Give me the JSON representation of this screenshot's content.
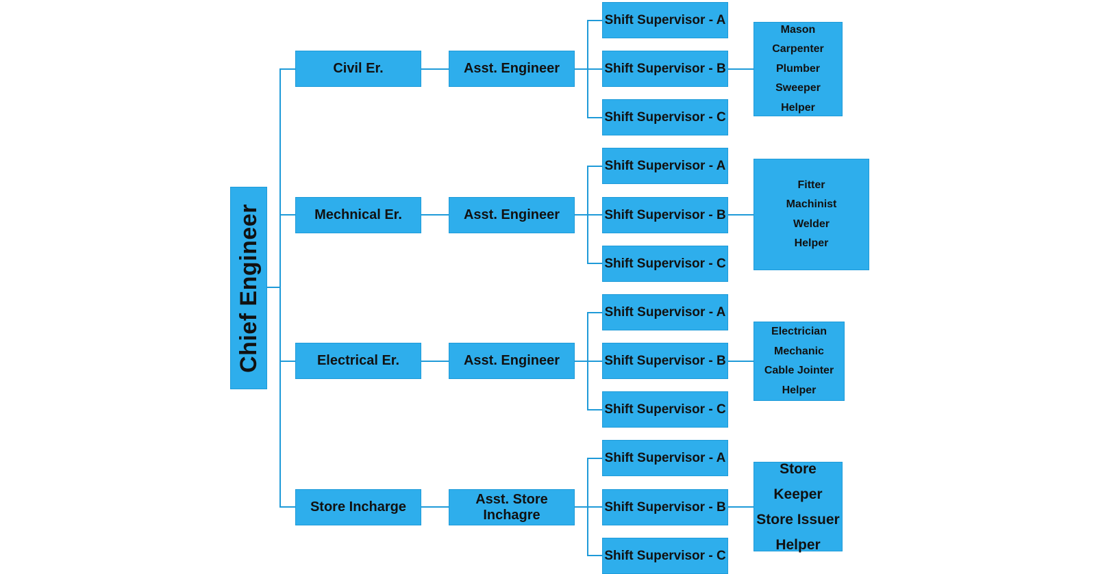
{
  "colors": {
    "box_fill": "#2eaeec",
    "connector": "#1e9ad8",
    "text": "#111111"
  },
  "root": {
    "label": "Chief Engineer"
  },
  "departments": [
    {
      "label": "Civil Er.",
      "assistant": "Asst. Engineer",
      "supervisors": [
        "Shift Supervisor - A",
        "Shift Supervisor - B",
        "Shift Supervisor - C"
      ],
      "workers": [
        "Mason",
        "Carpenter",
        "Plumber",
        "Sweeper",
        "Helper"
      ]
    },
    {
      "label": "Mechnical Er.",
      "assistant": "Asst. Engineer",
      "supervisors": [
        "Shift Supervisor - A",
        "Shift Supervisor - B",
        "Shift Supervisor - C"
      ],
      "workers": [
        "Fitter",
        "Machinist",
        "Welder",
        "Helper"
      ]
    },
    {
      "label": "Electrical Er.",
      "assistant": "Asst. Engineer",
      "supervisors": [
        "Shift Supervisor - A",
        "Shift Supervisor - B",
        "Shift Supervisor - C"
      ],
      "workers": [
        "Electrician",
        "Mechanic",
        "Cable Jointer",
        "Helper"
      ]
    },
    {
      "label": "Store Incharge",
      "assistant": "Asst. Store Inchagre",
      "supervisors": [
        "Shift Supervisor - A",
        "Shift Supervisor - B",
        "Shift Supervisor - C"
      ],
      "workers": [
        "Store Keeper",
        "Store Issuer",
        "Helper"
      ]
    }
  ]
}
